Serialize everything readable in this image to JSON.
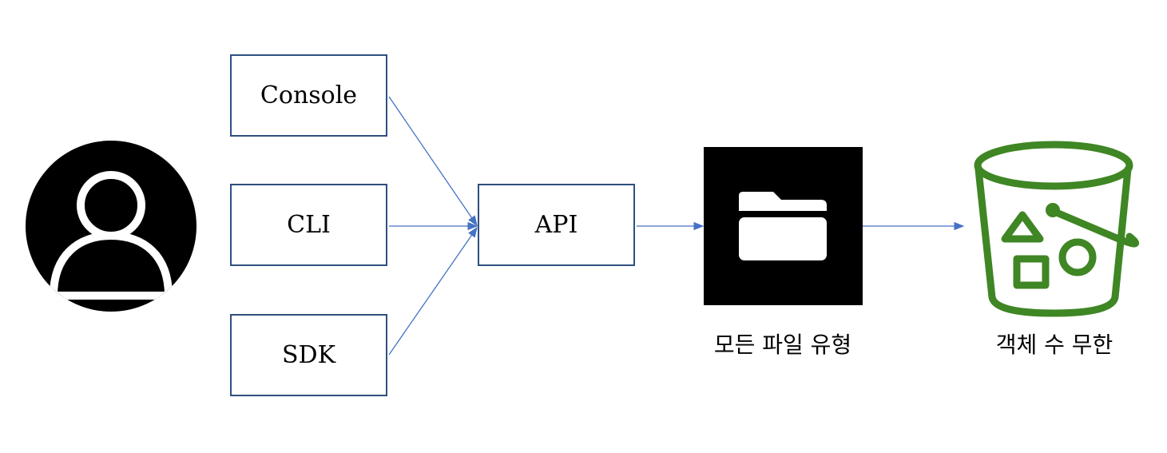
{
  "diagram": {
    "sources": [
      {
        "id": "console",
        "label": "Console"
      },
      {
        "id": "cli",
        "label": "CLI"
      },
      {
        "id": "sdk",
        "label": "SDK"
      }
    ],
    "api": {
      "label": "API"
    },
    "folder": {
      "caption": "모든 파일 유형",
      "icon": "folder-icon"
    },
    "bucket": {
      "caption": "객체 수 무한",
      "icon": "bucket-icon"
    },
    "user": {
      "icon": "user-icon"
    },
    "colors": {
      "box_border": "#2f4f7f",
      "arrow": "#4472c4",
      "bucket": "#3f8624",
      "folder_bg": "#000000"
    }
  }
}
